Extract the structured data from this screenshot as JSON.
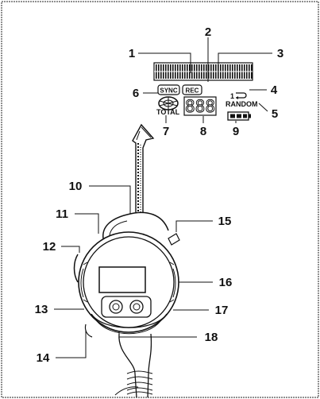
{
  "callouts": [
    "1",
    "2",
    "3",
    "4",
    "5",
    "6",
    "7",
    "8",
    "9",
    "10",
    "11",
    "12",
    "13",
    "14",
    "15",
    "16",
    "17",
    "18"
  ],
  "lcd": {
    "sync_label": "SYNC",
    "rec_label": "REC",
    "repeat_label": "1",
    "random_label": "RANDOM",
    "total_label": "TOTAL",
    "digits": "888"
  },
  "icons": {
    "disc": "disc-icon",
    "battery": "battery-icon",
    "repeat": "repeat-icon"
  },
  "colors": {
    "line": "#111111",
    "background": "#ffffff"
  }
}
